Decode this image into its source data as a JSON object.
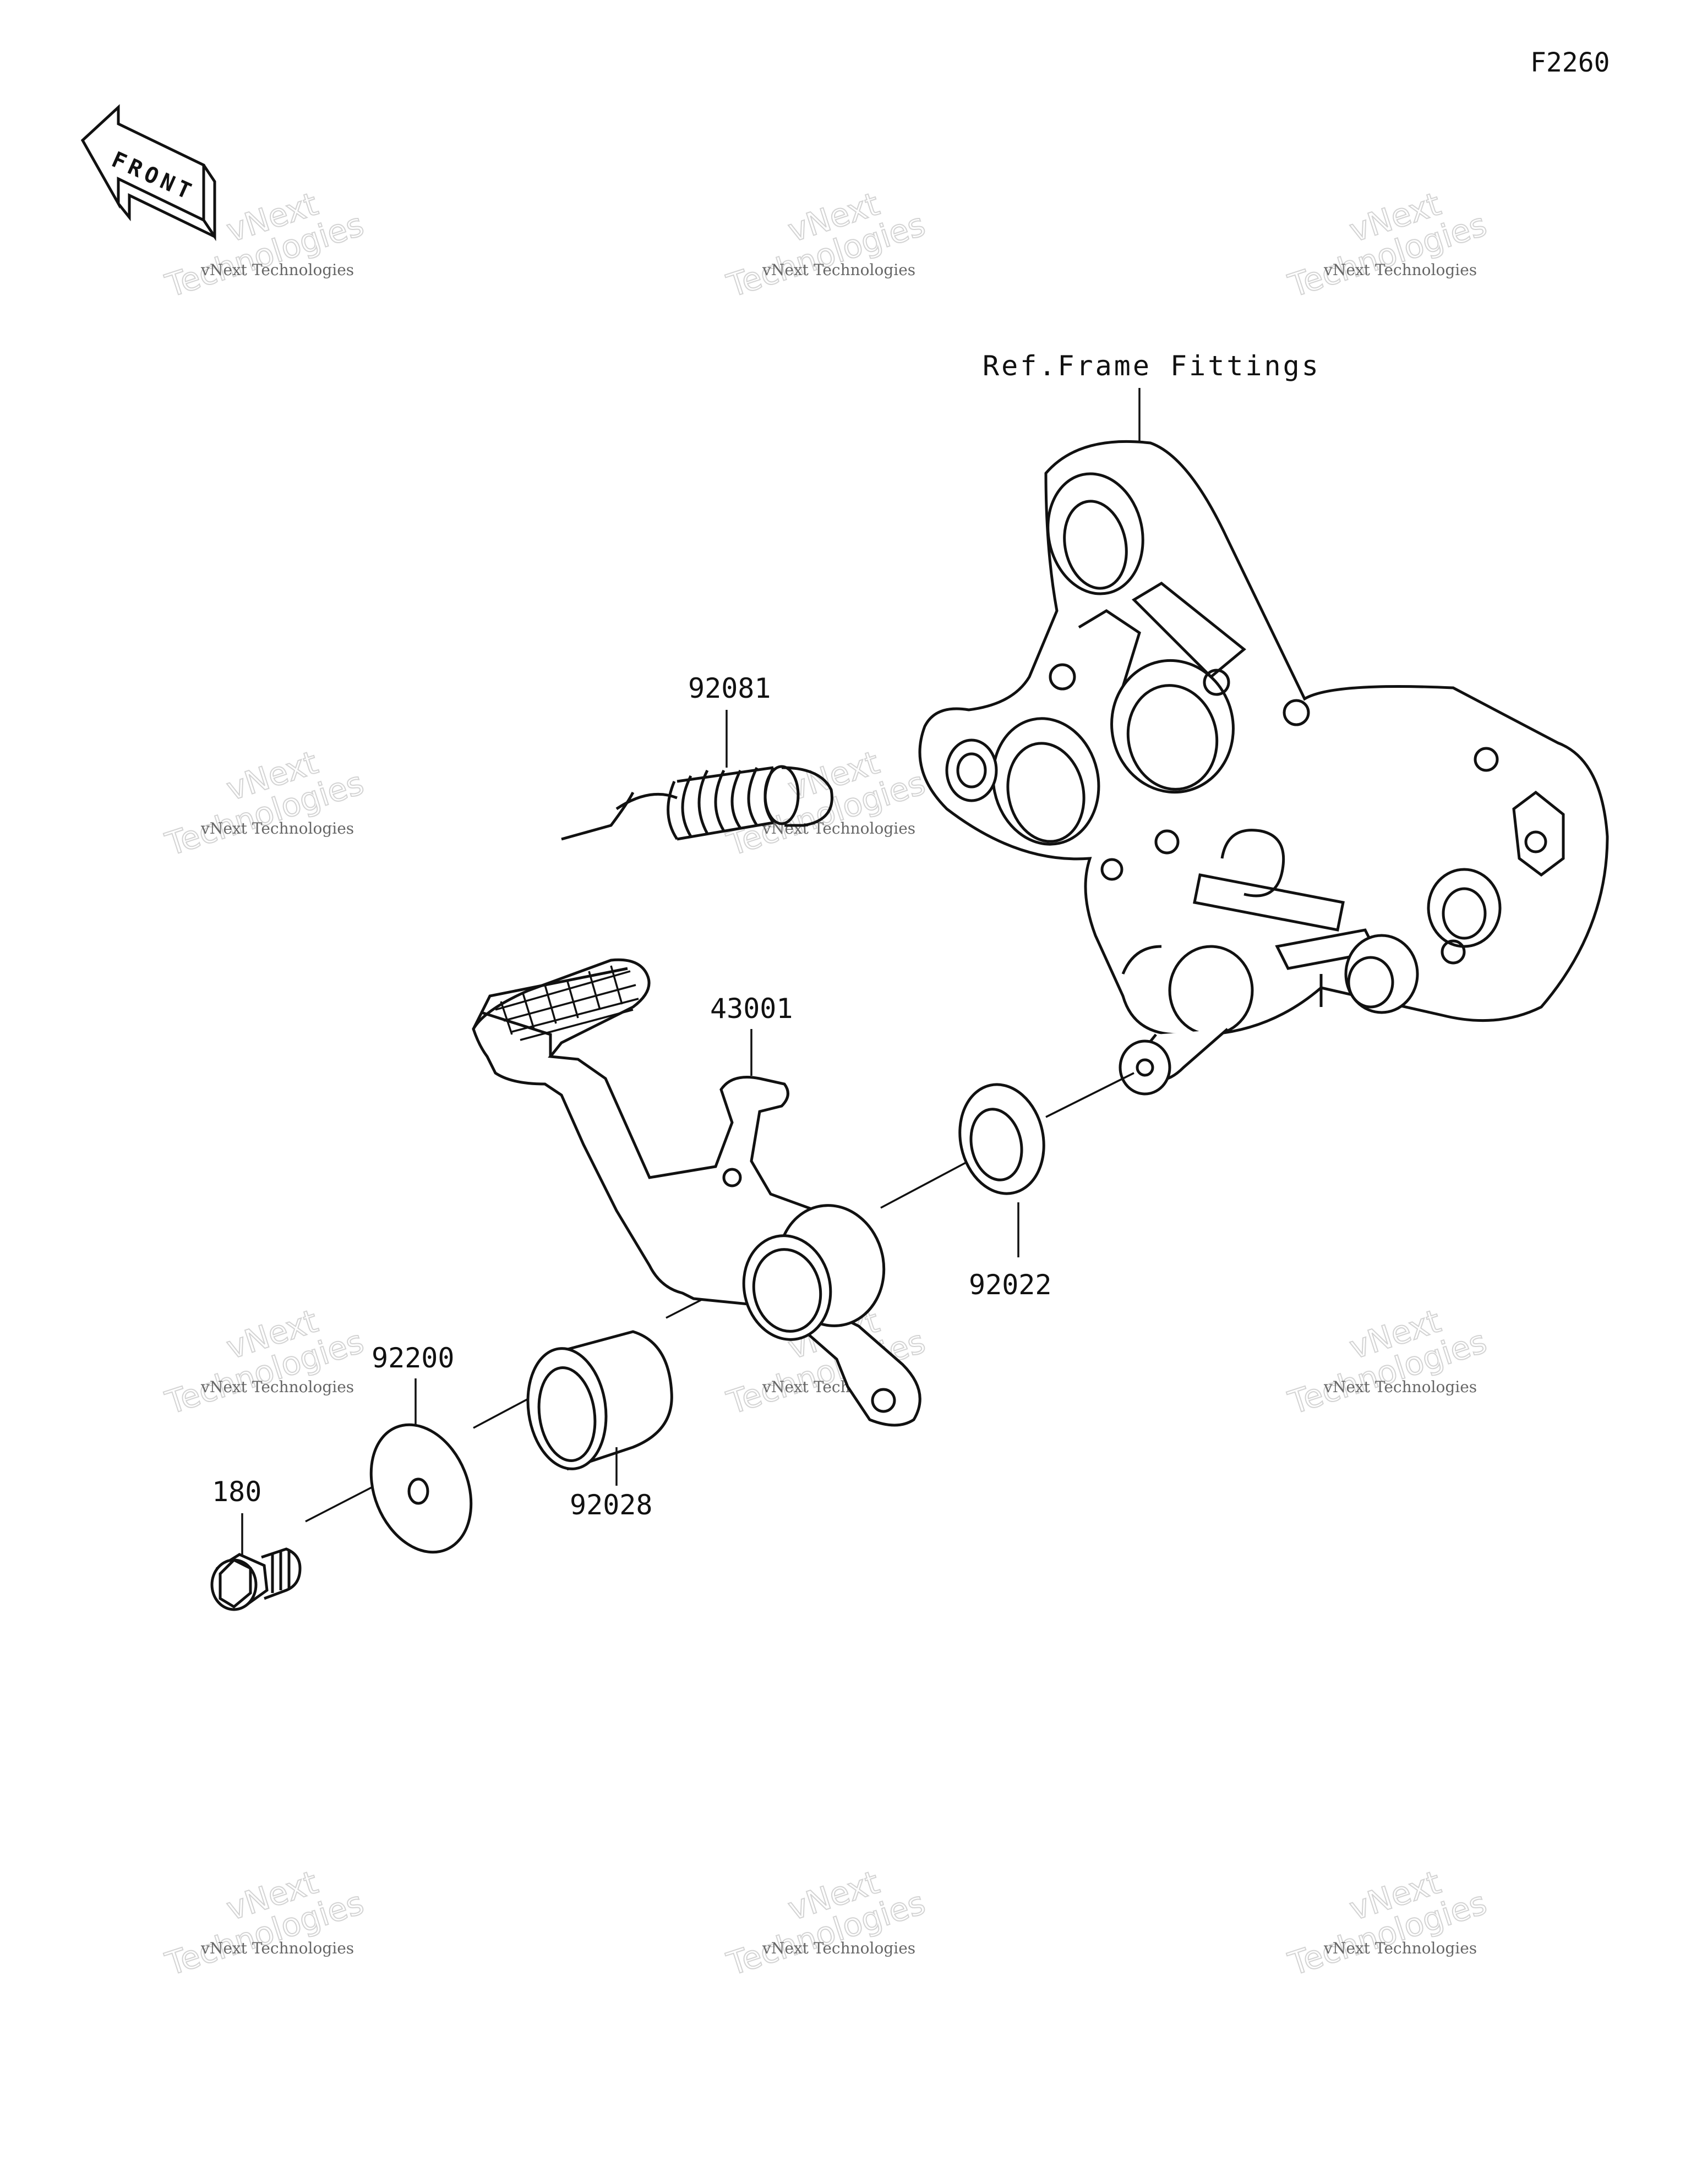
{
  "figure_code": "F2260",
  "front_arrow": {
    "label": "FRONT",
    "icon": "front-arrow-icon"
  },
  "reference": {
    "label": "Ref.Frame Fittings"
  },
  "parts": [
    {
      "id": "spring",
      "number": "92081"
    },
    {
      "id": "brake-pedal",
      "number": "43001"
    },
    {
      "id": "washer-small",
      "number": "92022"
    },
    {
      "id": "washer-large",
      "number": "92200"
    },
    {
      "id": "collar",
      "number": "92028"
    },
    {
      "id": "bolt",
      "number": "180"
    }
  ],
  "watermark": {
    "line1": "vNext Technologies",
    "line2": "vNext",
    "line3": "Technologies"
  },
  "colors": {
    "line": "#111111",
    "background": "#ffffff",
    "watermark": "#cfcfcf"
  }
}
